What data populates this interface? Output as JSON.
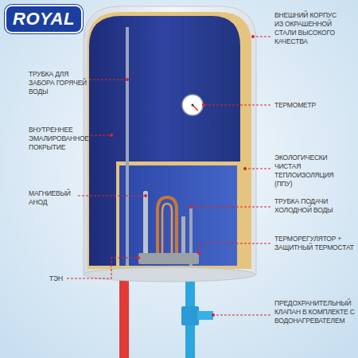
{
  "diagram": {
    "nodes": [
      {
        "text": [
          "ROYAL"
        ]
      }
    ],
    "labels": [
      "ВНЕШНИЙ КОРПУС ИЗ ОКРАШЕННОЙ СТАЛИ ВЫСОКОГО КАЧЕСТВА",
      "ТРУБКА ДЛЯ ЗАБОРА ГОРЯЧЕЙ ВОДЫ",
      "ТЕРМОМЕТР",
      "ВНУТРЕННЕЕ ЭМАЛИРОВАННОЕ ПОКРЫТИЕ",
      "ЭКОЛОГИЧЕСКИ ЧИСТАЯ ТЕПЛОИЗОЛЯЦИЯ (ППУ)",
      "МАГНИЕВЫЙ АНОД",
      "ТРУБКА ПОДАЧИ ХОЛОДНОЙ ВОДЫ",
      "ТЕРМОРЕГУЛЯТОР + ЗАЩИТНЫЙ ТЕРМОСТАТ",
      "ТЭН",
      "ПРЕДОХРАНИТЕЛЬНЫЙ КЛАПАН В КОМПЛЕКТЕ С ВОДОНАГРЕВАТЕЛЕМ"
    ]
  }
}
